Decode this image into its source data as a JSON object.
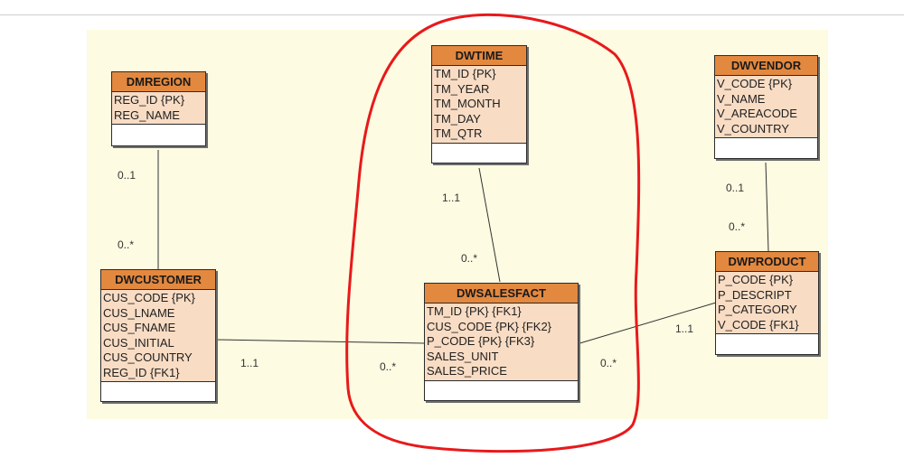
{
  "entities": {
    "dmregion": {
      "name": "DMREGION",
      "attrs": [
        "REG_ID {PK}",
        "REG_NAME"
      ]
    },
    "dwtime": {
      "name": "DWTIME",
      "attrs": [
        "TM_ID {PK}",
        "TM_YEAR",
        "TM_MONTH",
        "TM_DAY",
        "TM_QTR"
      ]
    },
    "dwvendor": {
      "name": "DWVENDOR",
      "attrs": [
        "V_CODE {PK}",
        "V_NAME",
        "V_AREACODE",
        "V_COUNTRY"
      ]
    },
    "dwcustomer": {
      "name": "DWCUSTOMER",
      "attrs": [
        "CUS_CODE {PK}",
        "CUS_LNAME",
        "CUS_FNAME",
        "CUS_INITIAL",
        "CUS_COUNTRY",
        "REG_ID {FK1}"
      ]
    },
    "dwsalesfact": {
      "name": "DWSALESFACT",
      "attrs": [
        "TM_ID {PK} {FK1}",
        "CUS_CODE {PK} {FK2}",
        "P_CODE {PK} {FK3}",
        "SALES_UNIT",
        "SALES_PRICE"
      ]
    },
    "dwproduct": {
      "name": "DWPRODUCT",
      "attrs": [
        "P_CODE {PK}",
        "P_DESCRIPT",
        "P_CATEGORY",
        "V_CODE {FK1}"
      ]
    }
  },
  "multiplicities": {
    "region_customer_top": "0..1",
    "region_customer_bottom": "0..*",
    "time_fact_top": "1..1",
    "time_fact_bottom": "0..*",
    "vendor_product_top": "0..1",
    "vendor_product_bottom": "0..*",
    "customer_fact_left": "1..1",
    "customer_fact_right": "0..*",
    "product_fact_right": "1..1",
    "product_fact_left": "0..*"
  },
  "colors": {
    "canvas": "#fdfbe1",
    "entity_header": "#e3883f",
    "entity_body": "#f8dcc4",
    "highlight": "#e8191b"
  }
}
